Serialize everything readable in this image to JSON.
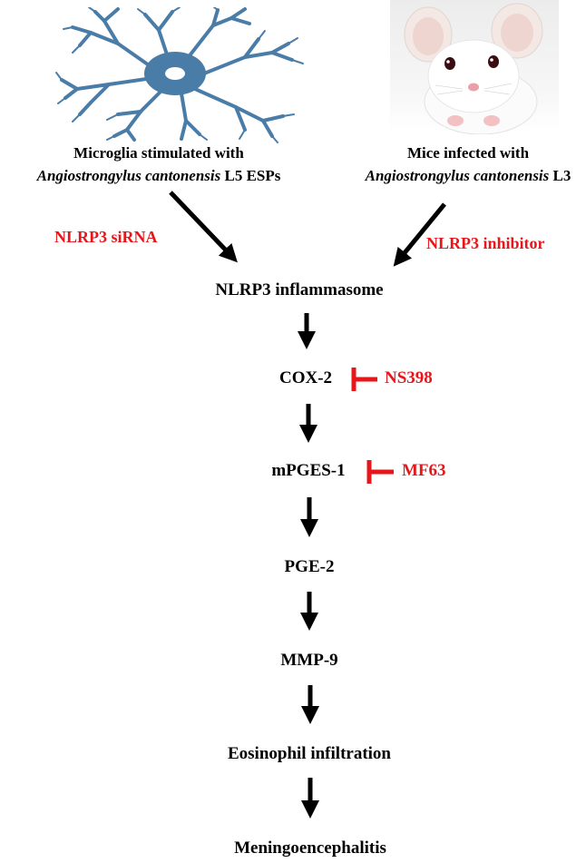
{
  "source_left": {
    "icon": "microglia-cell-icon",
    "line1": "Microglia stimulated with",
    "line2_italic": "Angiostrongylus cantonensis",
    "line2_rest": " L5 ESPs"
  },
  "source_right": {
    "icon": "white-mouse-icon",
    "line1": "Mice infected with",
    "line2_italic": "Angiostrongylus cantonensis",
    "line2_rest": " L3"
  },
  "inhibitors": {
    "left_arrow": "NLRP3 siRNA",
    "right_arrow": "NLRP3 inhibitor",
    "cox2": "NS398",
    "mpges1": "MF63"
  },
  "pathway": [
    "NLRP3 inflammasome",
    "COX-2",
    "mPGES-1",
    "PGE-2",
    "MMP-9",
    "Eosinophil infiltration",
    "Meningoencephalitis"
  ],
  "colors": {
    "text": "#000000",
    "inhibitor": "#e8161b",
    "microglia": "#4a7ca8"
  }
}
